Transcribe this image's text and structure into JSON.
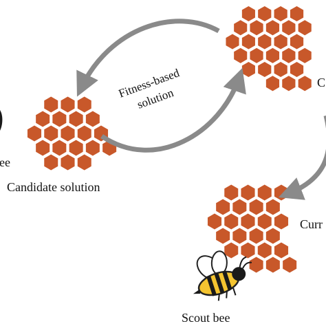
{
  "labels": {
    "fitness_line1": "Fitness-based",
    "fitness_line2": "solution",
    "candidate": "Candidate solution",
    "scout": "Scout bee",
    "cut_right_top": "C",
    "cut_right_mid": "Curr",
    "cut_left": "ee"
  },
  "colors": {
    "cell_fill": "#c8582a",
    "cell_stroke": "#ffffff",
    "arrow": "#8a8a8a",
    "bee_body": "#f4c430",
    "bee_stripe": "#1a1a1a"
  },
  "icons": {
    "bee": "scout-bee-icon",
    "arrow": "curved-arrow-icon"
  }
}
